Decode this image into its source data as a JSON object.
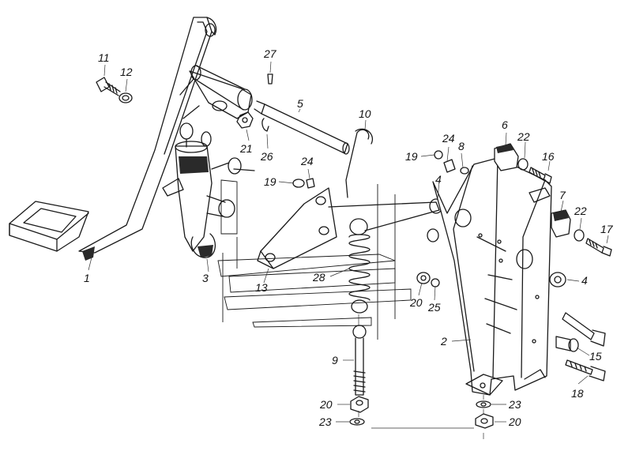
{
  "labels": [
    {
      "id": "p1",
      "text": "1"
    },
    {
      "id": "p2",
      "text": "2"
    },
    {
      "id": "p3",
      "text": "3"
    },
    {
      "id": "p4a",
      "text": "4"
    },
    {
      "id": "p4b",
      "text": "4"
    },
    {
      "id": "p5",
      "text": "5"
    },
    {
      "id": "p6",
      "text": "6"
    },
    {
      "id": "p7",
      "text": "7"
    },
    {
      "id": "p8",
      "text": "8"
    },
    {
      "id": "p9",
      "text": "9"
    },
    {
      "id": "p10",
      "text": "10"
    },
    {
      "id": "p11",
      "text": "11"
    },
    {
      "id": "p12",
      "text": "12"
    },
    {
      "id": "p13",
      "text": "13"
    },
    {
      "id": "p15",
      "text": "15"
    },
    {
      "id": "p16",
      "text": "16"
    },
    {
      "id": "p17",
      "text": "17"
    },
    {
      "id": "p18",
      "text": "18"
    },
    {
      "id": "p19a",
      "text": "19"
    },
    {
      "id": "p19b",
      "text": "19"
    },
    {
      "id": "p20a",
      "text": "20"
    },
    {
      "id": "p20b",
      "text": "20"
    },
    {
      "id": "p20c",
      "text": "20"
    },
    {
      "id": "p21",
      "text": "21"
    },
    {
      "id": "p22a",
      "text": "22"
    },
    {
      "id": "p22b",
      "text": "22"
    },
    {
      "id": "p23a",
      "text": "23"
    },
    {
      "id": "p23b",
      "text": "23"
    },
    {
      "id": "p24a",
      "text": "24"
    },
    {
      "id": "p24b",
      "text": "24"
    },
    {
      "id": "p25",
      "text": "25"
    },
    {
      "id": "p26",
      "text": "26"
    },
    {
      "id": "p27",
      "text": "27"
    },
    {
      "id": "p28",
      "text": "28"
    }
  ]
}
